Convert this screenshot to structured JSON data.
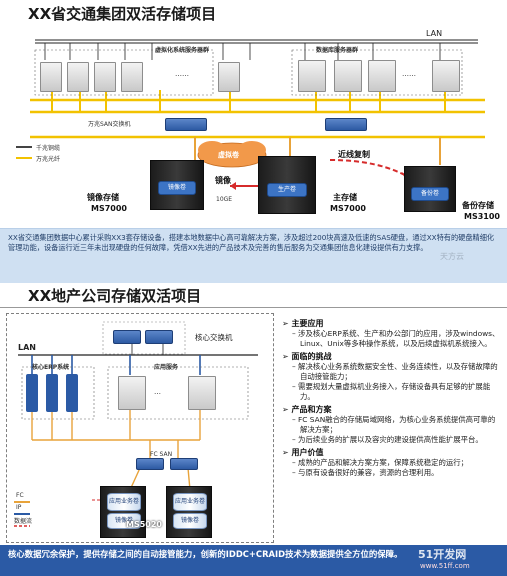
{
  "section1": {
    "title": "XX省交通集团双活存储项目",
    "lan_label": "LAN",
    "virt_group_label": "虚拟化系统服务器群",
    "db_group_label": "数据库服务器群",
    "san_switch_label": "万兆SAN交换机",
    "legend_gigabit": "千兆铜缆",
    "legend_10g": "万兆光纤",
    "virtual_volume": "虚拟卷",
    "nearline_copy": "近线复制",
    "mirror_label": "镜像",
    "mirror_speed": "10GE",
    "mirror_volume": "镜像卷",
    "prod_volume": "生产卷",
    "backup_volume": "备份卷",
    "mirror_storage_name": "镜像存储",
    "mirror_storage_model": "MS7000",
    "main_storage_name": "主存储",
    "main_storage_model": "MS7000",
    "backup_storage_name": "备份存储",
    "backup_storage_model": "MS3100",
    "dots": "……",
    "description": "XX省交通集团数据中心累计采购XX3套存储设备，搭建本地数据中心高可靠解决方案，涉及超过200块高速及低速的SAS硬盘，通过XX特有的硬盘精细化管理功能，设备运行近三年未出现硬盘的任何故障，凭借XX先进的产品技术及完善的售后服务为交通集团信息化建设提供有力支撑。",
    "watermark": "天方云"
  },
  "section2": {
    "title": "XX地产公司存储双活项目",
    "core_switch_label": "核心交换机",
    "lan_label": "LAN",
    "erp_label": "核心ERP系统",
    "app_label": "应用服务",
    "fc_san_label": "FC SAN",
    "app_volume_1": "应用业务卷",
    "app_volume_2": "应用业务卷",
    "mirror_volume_1": "镜像卷",
    "mirror_volume_2": "镜像卷",
    "storage_model": "MS5020",
    "legend_fc": "FC",
    "legend_ip": "IP",
    "legend_dataflow": "数据流",
    "dots": "…",
    "bullets": [
      {
        "heading": "主要应用",
        "items": [
          "涉及核心ERP系统、生产和办公部门的应用，涉及windows、Linux、Unix等多种操作系统，以及后续虚拟机系统接入。"
        ]
      },
      {
        "heading": "面临的挑战",
        "items": [
          "解决核心业务系统数据安全性、业务连续性，以及存储故障的自动接管能力；",
          "需要规划大量虚拟机业务接入，存储设备具有足够的扩展能力。"
        ]
      },
      {
        "heading": "产品和方案",
        "items": [
          "FC SAN融合的存储局域网络，为核心业务系统提供高可靠的解决方案；",
          "为后续业务的扩展以及容灾的建设提供高性能扩展平台。"
        ]
      },
      {
        "heading": "用户价值",
        "items": [
          "成熟的产品和解决方案方案，保障系统稳定的运行；",
          "与原有设备很好的兼容，资源的合理利用。"
        ]
      }
    ],
    "footer": "核心数据冗余保护，提供存储之间的自动接管能力，创新的IDDC+CRAID技术为数据提供全方位的保障。",
    "watermark_brand": "51开发网",
    "watermark_url": "www.51ff.com"
  },
  "colors": {
    "accent_blue": "#2b5aa5",
    "lan_yellow": "#f2c200",
    "fiber_orange": "#e8a33a",
    "cloud_orange": "#f2994a",
    "arrow_red": "#d62b2b",
    "desc_bg": "#cfe0f2"
  }
}
